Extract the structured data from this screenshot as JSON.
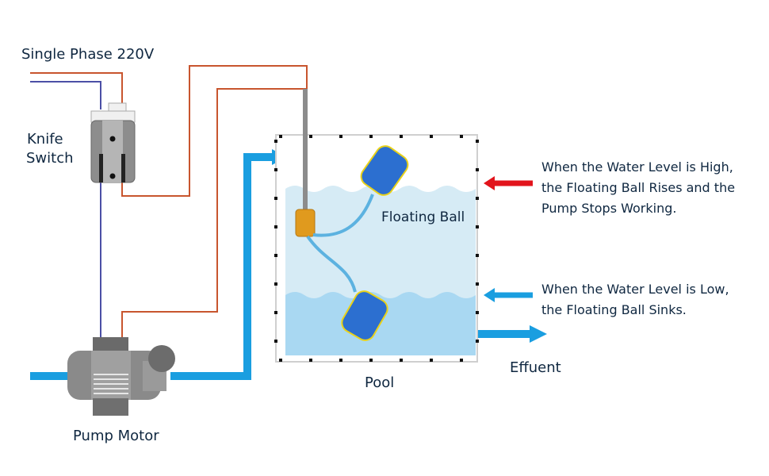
{
  "labels": {
    "power_source": "Single Phase 220V",
    "knife_switch_line1": "Knife",
    "knife_switch_line2": "Switch",
    "floating_ball": "Floating Ball",
    "pool": "Pool",
    "effluent": "Effuent",
    "pump_motor": "Pump Motor"
  },
  "notes": {
    "high_level": [
      "When the Water Level is High,",
      "the Floating Ball Rises and the",
      "Pump Stops Working."
    ],
    "low_level": [
      "When the Water Level is Low,",
      "the Floating Ball Sinks."
    ]
  },
  "colors": {
    "live_wire": "#c8552e",
    "neutral_wire": "#4b4fa6",
    "water_pipe": "#1a9ee0",
    "high_arrow": "#e2141c",
    "low_arrow": "#1a9ee0",
    "water_upper": "#d6ebf5",
    "water_lower": "#a9d8f2",
    "float_body": "#2c6fd0",
    "float_trim": "#e9d21a",
    "text": "#0f2740"
  }
}
